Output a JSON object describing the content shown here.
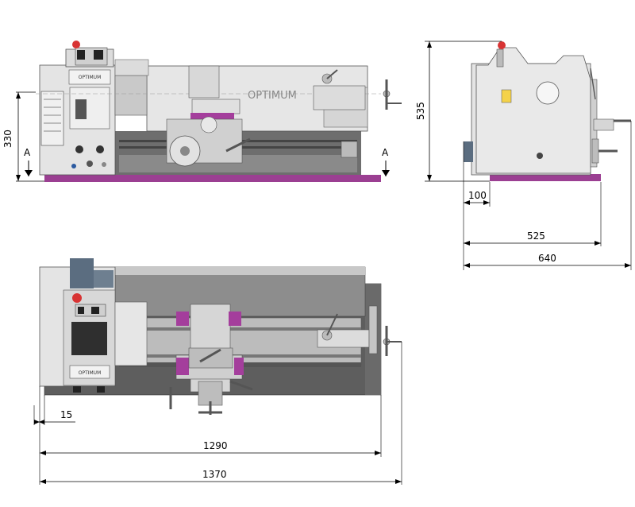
{
  "front_view": {
    "height_label": "330",
    "section_left": "A",
    "section_right": "A",
    "brand_logo": "OPTIMUM",
    "tailstock_logo": "OPTIMUM"
  },
  "side_view": {
    "height_label": "535",
    "offset_label": "100",
    "depth_label_inner": "525",
    "depth_label_outer": "640"
  },
  "top_view": {
    "margin_label": "15",
    "bed_length_label": "1290",
    "total_length_label": "1370",
    "brand_logo": "OPTIMUM"
  },
  "colors": {
    "base_tray": "#9b3f92",
    "carriage_accent": "#a43e9c",
    "machine_body": "#e2e2e2",
    "bed_dark": "#6b6b6b",
    "motor_blue": "#5b6d80",
    "estop_red": "#d83434"
  }
}
